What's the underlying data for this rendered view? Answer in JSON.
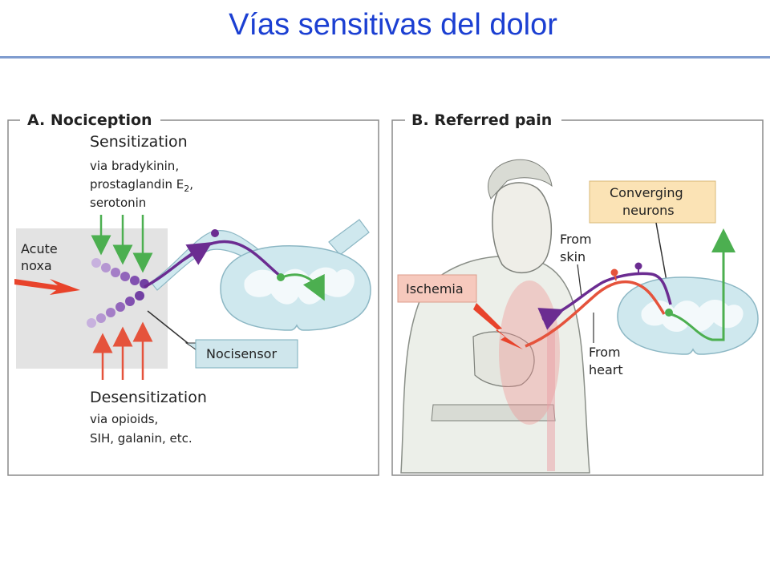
{
  "slide": {
    "title": "Vías sensitivas del dolor"
  },
  "panel_a": {
    "title": "A. Nociception",
    "sensitization": {
      "heading": "Sensitization",
      "line1": "via bradykinin,",
      "line2_prefix": "prostaglandin E",
      "line2_subscript": "2",
      "line2_suffix": ",",
      "line3": "serotonin"
    },
    "acute_noxa": {
      "line1": "Acute",
      "line2": "noxa"
    },
    "nocisensor": "Nocisensor",
    "desensitization": {
      "heading": "Desensitization",
      "line1": "via opioids,",
      "line2": "SIH, galanin, etc."
    }
  },
  "panel_b": {
    "title": "B. Referred pain",
    "converging": {
      "line1": "Converging",
      "line2": "neurons"
    },
    "from_skin": {
      "line1": "From",
      "line2": "skin"
    },
    "from_heart": {
      "line1": "From",
      "line2": "heart"
    },
    "ischemia": "Ischemia"
  },
  "colors": {
    "title": "#1b3fd2",
    "sensitization_arrow": "#4caf50",
    "desensitization_arrow": "#e5533c",
    "nerve_purple": "#6b2c91",
    "spinal_cord": "#cfe8ee",
    "nocisensor_box": "#cfe6ec",
    "converging_box": "#fbe3b5",
    "ischemia_box": "#f6c9bd",
    "noxa_bolt": "#e8432b"
  }
}
